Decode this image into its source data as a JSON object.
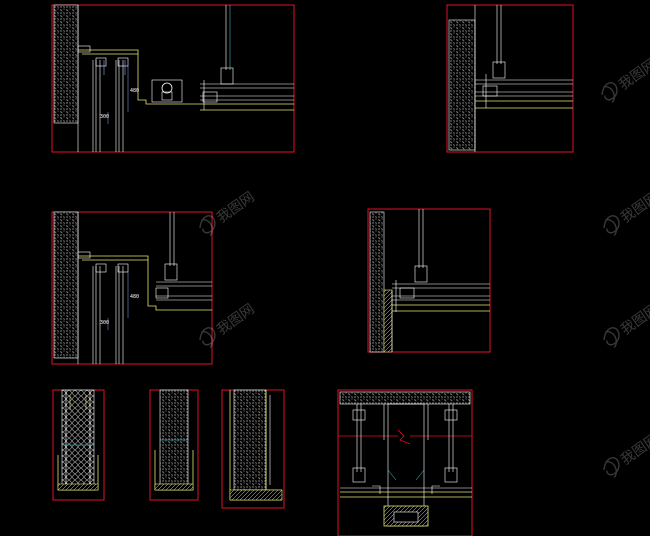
{
  "drawing": {
    "background": "#000000",
    "frame_color": "#e0102a",
    "line_color": "#ffffff",
    "accent_color": "#e6e66a",
    "cyan_color": "#4fd6e0",
    "dim_color": "#8aa8ff"
  },
  "dimensions": {
    "detail_1_a": "480",
    "detail_1_b": "300",
    "detail_3_a": "480",
    "detail_3_b": "300"
  },
  "watermark": {
    "icon": "logo-swirl-icon",
    "text": "我图网"
  }
}
